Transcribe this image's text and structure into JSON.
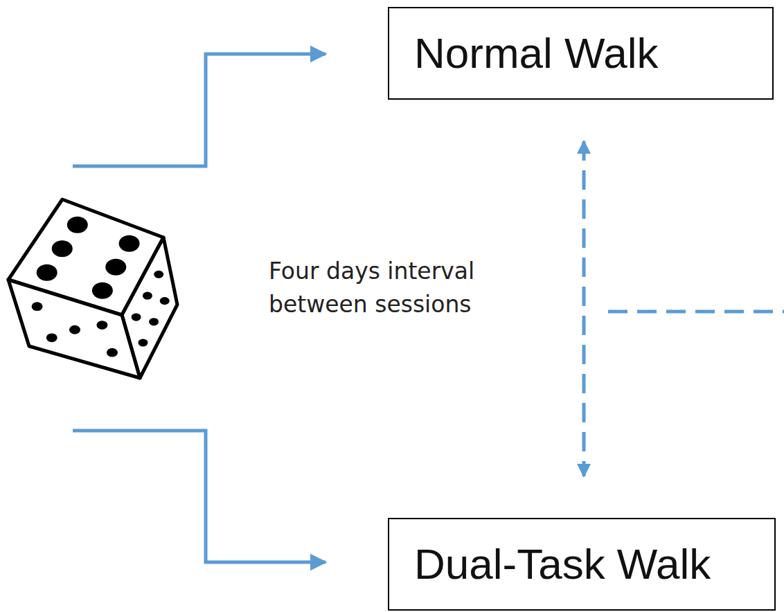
{
  "diagram": {
    "nodes": [
      {
        "text": [
          "Normal Walk"
        ]
      },
      {
        "text": [
          "Dual-Task Walk"
        ]
      }
    ],
    "edges": [
      {
        "from": 0,
        "to": 1,
        "arrow": "both"
      }
    ],
    "labels": [
      "Four days interval between sessions"
    ]
  }
}
